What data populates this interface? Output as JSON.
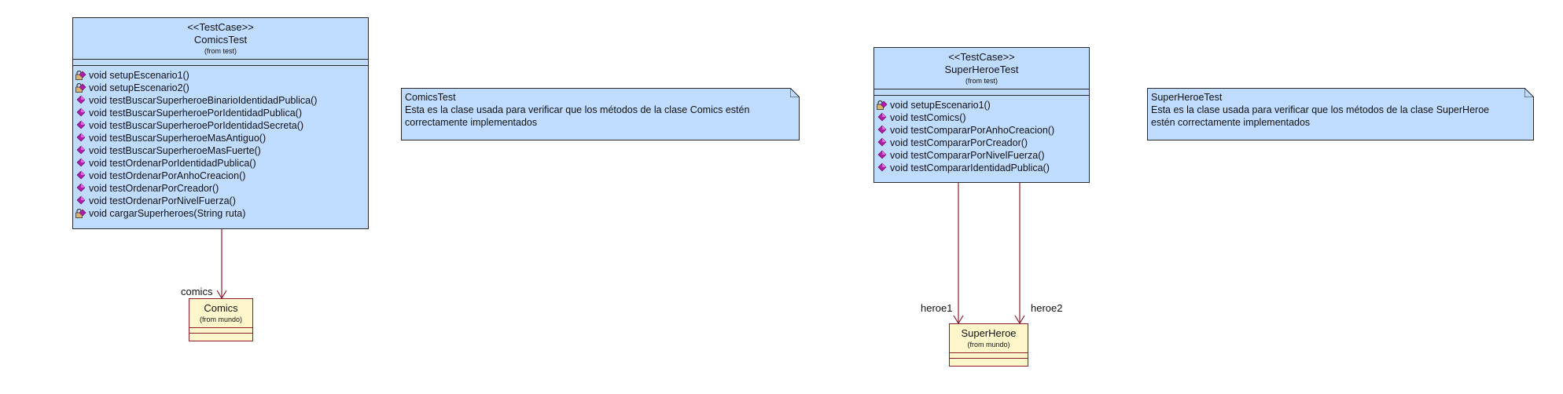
{
  "classes": {
    "comics_test": {
      "stereotype": "<<TestCase>>",
      "name": "ComicsTest",
      "from": "(from test)",
      "operations": [
        {
          "text": "void setupEscenario1()",
          "icon": "private-method-icon"
        },
        {
          "text": "void setupEscenario2()",
          "icon": "private-method-icon"
        },
        {
          "text": "void testBuscarSuperheroeBinarioIdentidadPublica()",
          "icon": "public-method-icon"
        },
        {
          "text": "void testBuscarSuperheroePorIdentidadPublica()",
          "icon": "public-method-icon"
        },
        {
          "text": "void testBuscarSuperheroePorIdentidadSecreta()",
          "icon": "public-method-icon"
        },
        {
          "text": "void testBuscarSuperheroeMasAntiguo()",
          "icon": "public-method-icon"
        },
        {
          "text": "void testBuscarSuperheroeMasFuerte()",
          "icon": "public-method-icon"
        },
        {
          "text": "void testOrdenarPorIdentidadPublica()",
          "icon": "public-method-icon"
        },
        {
          "text": "void testOrdenarPorAnhoCreacion()",
          "icon": "public-method-icon"
        },
        {
          "text": "void testOrdenarPorCreador()",
          "icon": "public-method-icon"
        },
        {
          "text": "void testOrdenarPorNivelFuerza()",
          "icon": "public-method-icon"
        },
        {
          "text": "void cargarSuperheroes(String ruta)",
          "icon": "private-method-icon"
        }
      ]
    },
    "superheroe_test": {
      "stereotype": "<<TestCase>>",
      "name": "SuperHeroeTest",
      "from": "(from test)",
      "operations": [
        {
          "text": "void setupEscenario1()",
          "icon": "private-method-icon"
        },
        {
          "text": "void testComics()",
          "icon": "public-method-icon"
        },
        {
          "text": "void testCompararPorAnhoCreacion()",
          "icon": "public-method-icon"
        },
        {
          "text": "void testCompararPorCreador()",
          "icon": "public-method-icon"
        },
        {
          "text": "void testCompararPorNivelFuerza()",
          "icon": "public-method-icon"
        },
        {
          "text": "void testCompararIdentidadPublica()",
          "icon": "public-method-icon"
        }
      ]
    },
    "comics": {
      "name": "Comics",
      "from": "(from mundo)"
    },
    "superheroe": {
      "name": "SuperHeroe",
      "from": "(from mundo)"
    }
  },
  "notes": {
    "comics_test": {
      "title": "ComicsTest",
      "line1": "Esta es la clase usada para verificar que los métodos de la clase Comics estén",
      "line2": "correctamente implementados"
    },
    "superheroe_test": {
      "title": "SuperHeroeTest",
      "line1": "Esta es la clase usada para verificar que los métodos de la clase SuperHeroe",
      "line2": "estén correctamente implementados"
    }
  },
  "associations": {
    "comics_role": "comics",
    "heroe1_role": "heroe1",
    "heroe2_role": "heroe2"
  },
  "colors": {
    "test_class_fill": "#bfdcff",
    "domain_class_fill": "#fff6cc",
    "association_line": "#8a1c2c"
  }
}
